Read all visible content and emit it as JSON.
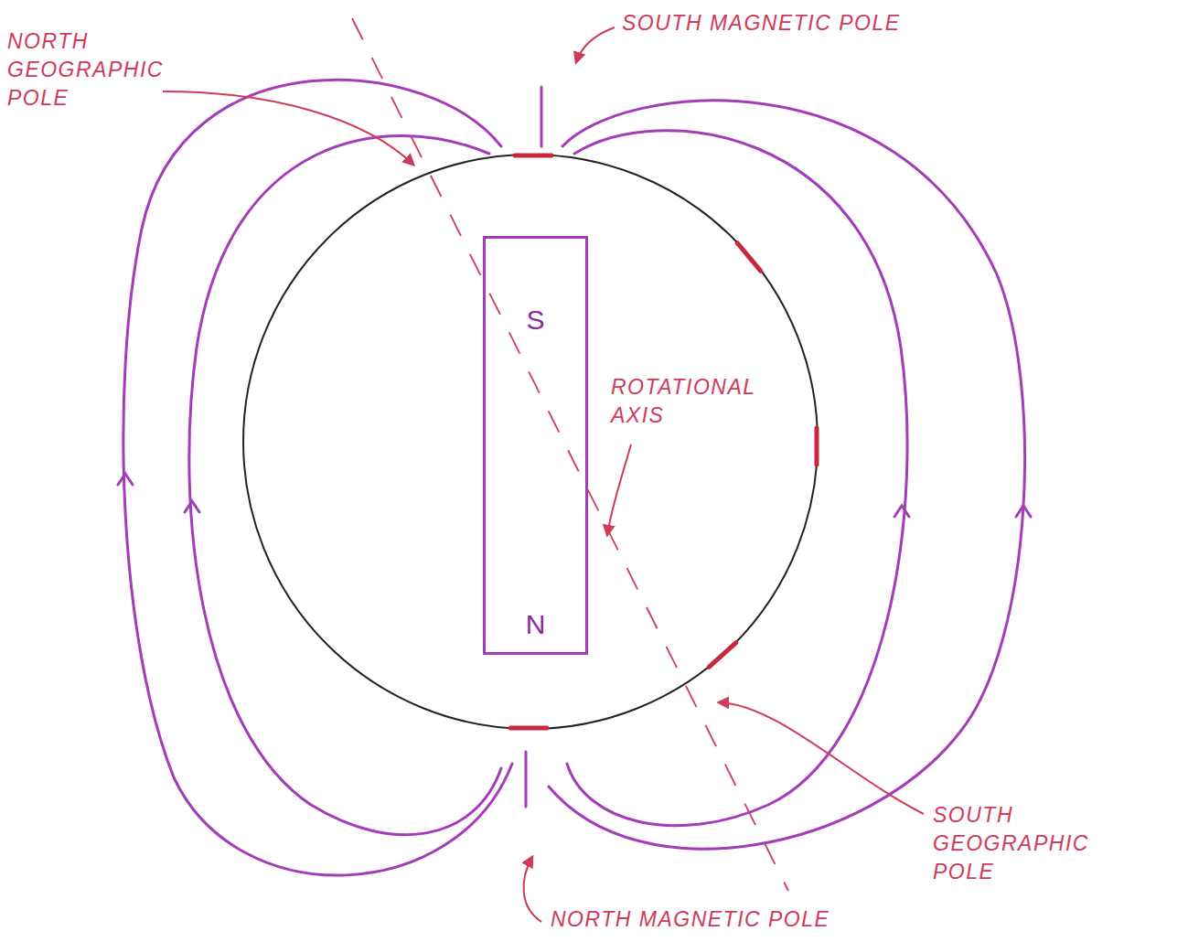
{
  "diagram": {
    "nodes": [
      {
        "text": [
          "S",
          "N"
        ]
      }
    ],
    "labels": [
      "NORTH GEOGRAPHIC POLE",
      "SOUTH MAGNETIC POLE",
      "ROTATIONAL AXIS",
      "SOUTH GEOGRAPHIC POLE",
      "NORTH MAGNETIC POLE"
    ]
  }
}
